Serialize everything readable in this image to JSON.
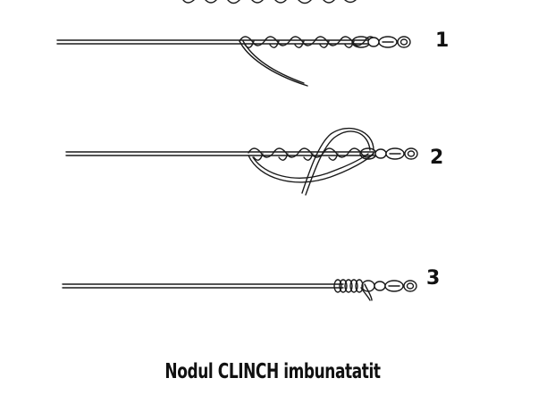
{
  "steps": [
    {
      "number": "1"
    },
    {
      "number": "2"
    },
    {
      "number": "3"
    }
  ],
  "caption": "Nodul CLINCH imbunatatit"
}
